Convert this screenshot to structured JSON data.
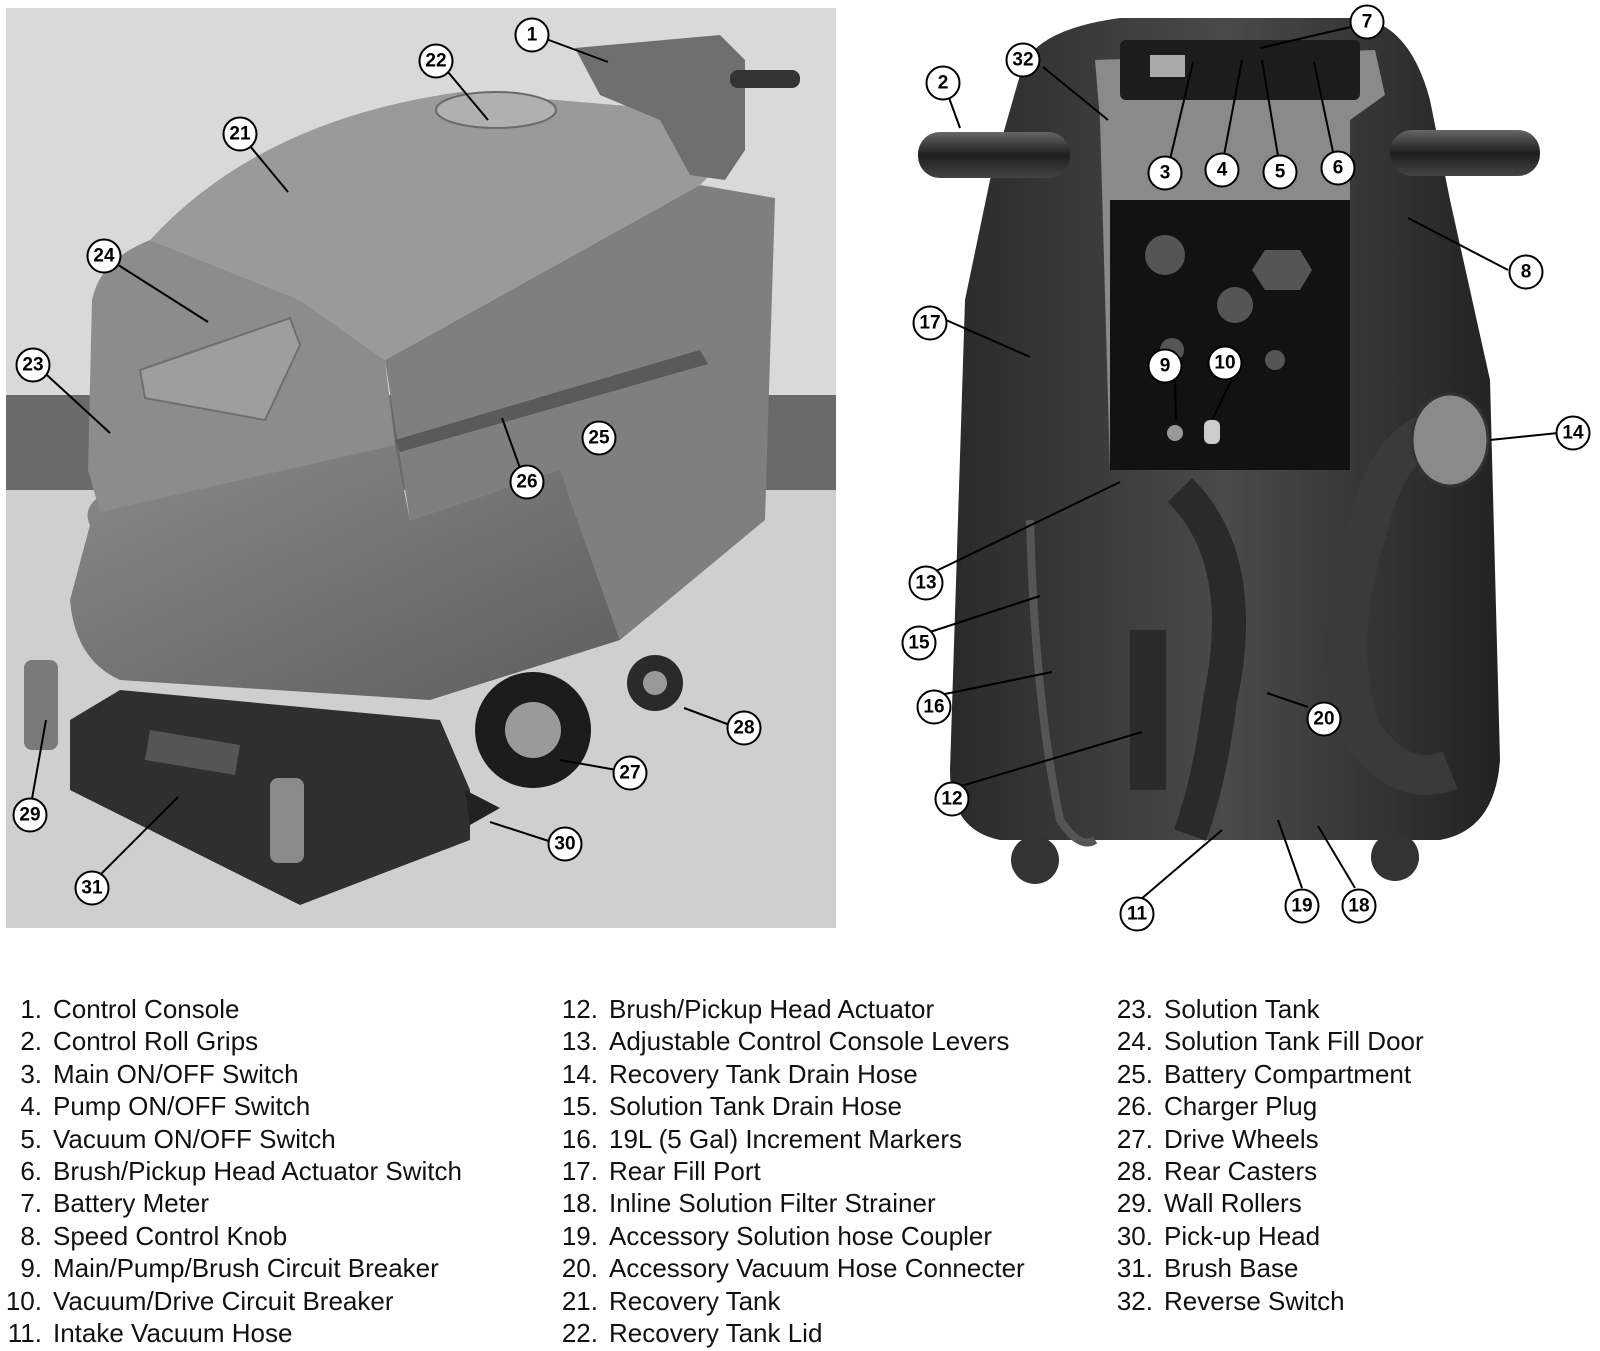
{
  "callouts": [
    "1",
    "2",
    "3",
    "4",
    "5",
    "6",
    "7",
    "8",
    "9",
    "10",
    "11",
    "12",
    "13",
    "14",
    "15",
    "16",
    "17",
    "18",
    "19",
    "20",
    "21",
    "22",
    "23",
    "24",
    "25",
    "26",
    "27",
    "28",
    "29",
    "30",
    "31",
    "32"
  ],
  "legend": [
    {
      "num": "1.",
      "label": "Control Console"
    },
    {
      "num": "2.",
      "label": "Control Roll Grips"
    },
    {
      "num": "3.",
      "label": "Main ON/OFF Switch"
    },
    {
      "num": "4.",
      "label": "Pump ON/OFF Switch"
    },
    {
      "num": "5.",
      "label": "Vacuum ON/OFF Switch"
    },
    {
      "num": "6.",
      "label": "Brush/Pickup Head Actuator Switch"
    },
    {
      "num": "7.",
      "label": "Battery Meter"
    },
    {
      "num": "8.",
      "label": "Speed Control Knob"
    },
    {
      "num": "9.",
      "label": "Main/Pump/Brush Circuit Breaker"
    },
    {
      "num": "10.",
      "label": "Vacuum/Drive Circuit Breaker"
    },
    {
      "num": "11.",
      "label": "Intake Vacuum Hose"
    },
    {
      "num": "12.",
      "label": "Brush/Pickup Head Actuator"
    },
    {
      "num": "13.",
      "label": "Adjustable Control Console Levers"
    },
    {
      "num": "14.",
      "label": "Recovery Tank Drain Hose"
    },
    {
      "num": "15.",
      "label": "Solution Tank Drain Hose"
    },
    {
      "num": "16.",
      "label": "19L (5 Gal) Increment Markers"
    },
    {
      "num": "17.",
      "label": "Rear Fill Port"
    },
    {
      "num": "18.",
      "label": "Inline Solution Filter Strainer"
    },
    {
      "num": "19.",
      "label": "Accessory Solution hose Coupler"
    },
    {
      "num": "20.",
      "label": "Accessory Vacuum Hose Connecter"
    },
    {
      "num": "21.",
      "label": "Recovery Tank"
    },
    {
      "num": "22.",
      "label": "Recovery Tank Lid"
    },
    {
      "num": "23.",
      "label": "Solution Tank"
    },
    {
      "num": "24.",
      "label": "Solution Tank Fill Door"
    },
    {
      "num": "25.",
      "label": "Battery Compartment"
    },
    {
      "num": "26.",
      "label": "Charger Plug"
    },
    {
      "num": "27.",
      "label": "Drive Wheels"
    },
    {
      "num": "28.",
      "label": "Rear Casters"
    },
    {
      "num": "29.",
      "label": "Wall Rollers"
    },
    {
      "num": "30.",
      "label": "Pick-up Head"
    },
    {
      "num": "31.",
      "label": "Brush Base"
    },
    {
      "num": "32.",
      "label": "Reverse Switch"
    }
  ]
}
